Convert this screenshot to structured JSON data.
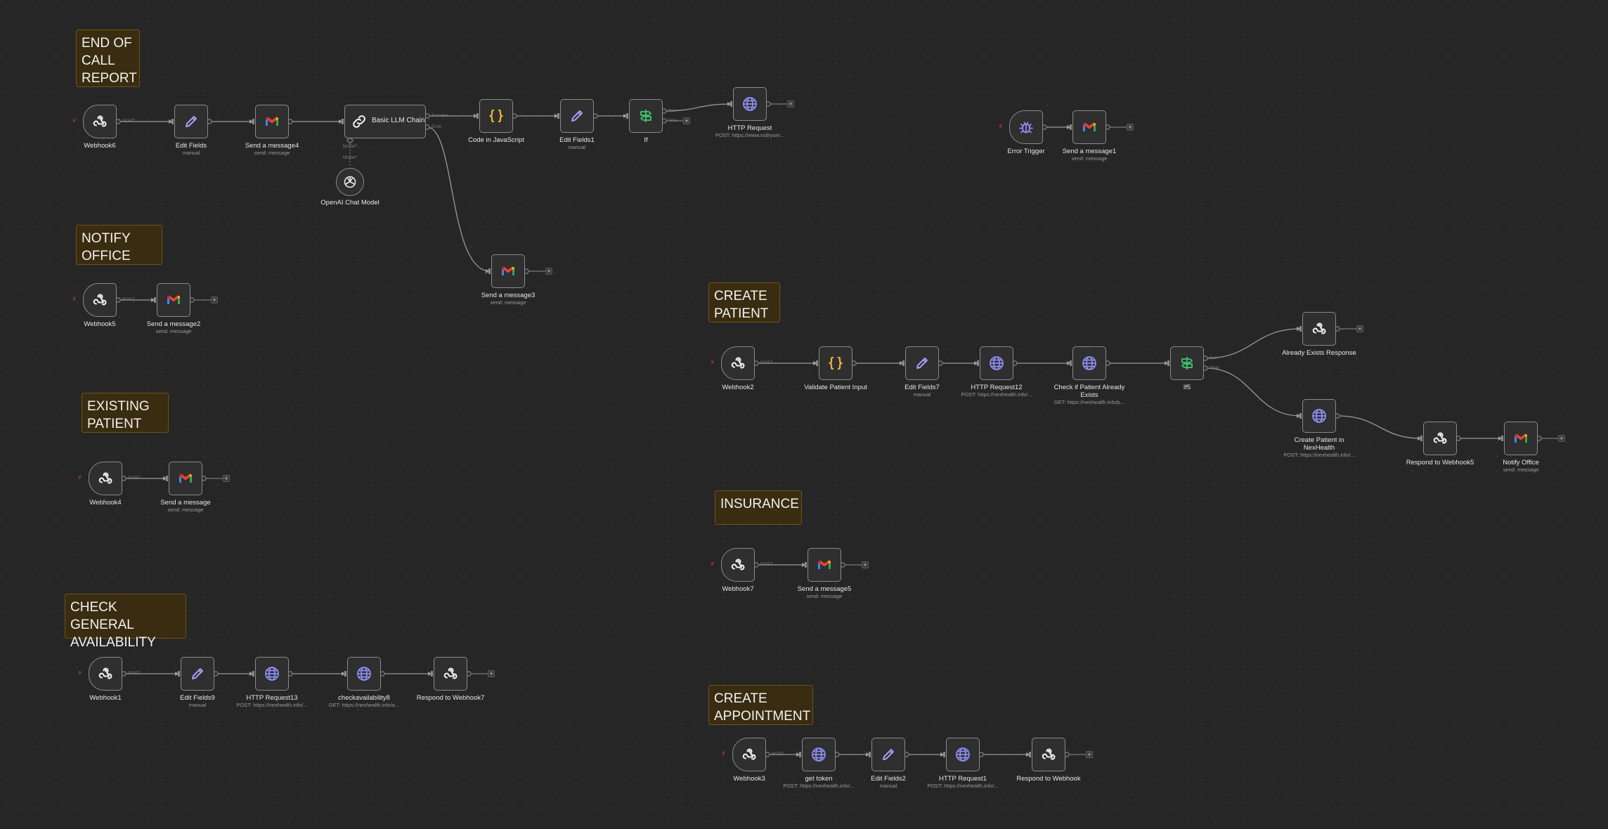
{
  "stickies": [
    {
      "id": "s-end",
      "text": "END OF\nCALL\nREPORT"
    },
    {
      "id": "s-notify",
      "text": "NOTIFY\nOFFICE"
    },
    {
      "id": "s-existing",
      "text": "EXISTING\nPATIENT"
    },
    {
      "id": "s-check",
      "text": "CHECK GENERAL\nAVAILABILITY"
    },
    {
      "id": "s-create-patient",
      "text": "CREATE\nPATIENT"
    },
    {
      "id": "s-insurance",
      "text": "INSURANCE"
    },
    {
      "id": "s-create-appt",
      "text": "CREATE\nAPPOINTMENT"
    }
  ],
  "nodes": {
    "webhook6": {
      "label": "Webhook6",
      "sub": "",
      "icon": "webhook-icon"
    },
    "editfields": {
      "label": "Edit Fields",
      "sub": "manual",
      "icon": "pencil-icon"
    },
    "sendmsg4": {
      "label": "Send a message4",
      "sub": "send: message",
      "icon": "gmail-icon"
    },
    "llmchain": {
      "label": "Basic LLM Chain",
      "sub": "",
      "icon": "link-icon"
    },
    "openai": {
      "label": "OpenAI Chat Model",
      "sub": "",
      "icon": "openai-icon"
    },
    "code": {
      "label": "Code in JavaScript",
      "sub": "",
      "icon": "code-braces-icon"
    },
    "editfields1": {
      "label": "Edit Fields1",
      "sub": "manual",
      "icon": "pencil-icon"
    },
    "if": {
      "label": "If",
      "sub": "",
      "icon": "if-signpost-icon"
    },
    "http": {
      "label": "HTTP Request",
      "sub": "POST: https://www.nsilryum...",
      "icon": "globe-icon"
    },
    "sendmsg3": {
      "label": "Send a message3",
      "sub": "send: message",
      "icon": "gmail-icon"
    },
    "errortrigger": {
      "label": "Error Trigger",
      "sub": "",
      "icon": "bug-icon"
    },
    "sendmsg1": {
      "label": "Send a message1",
      "sub": "send: message",
      "icon": "gmail-icon"
    },
    "webhook5": {
      "label": "Webhook5",
      "sub": "",
      "icon": "webhook-icon"
    },
    "sendmsg2": {
      "label": "Send a message2",
      "sub": "send: message",
      "icon": "gmail-icon"
    },
    "webhook4": {
      "label": "Webhook4",
      "sub": "",
      "icon": "webhook-icon"
    },
    "sendmsg": {
      "label": "Send a message",
      "sub": "send: message",
      "icon": "gmail-icon"
    },
    "webhook1": {
      "label": "Webhook1",
      "sub": "",
      "icon": "webhook-icon"
    },
    "editfields9": {
      "label": "Edit Fields9",
      "sub": "manual",
      "icon": "pencil-icon"
    },
    "http13": {
      "label": "HTTP Request13",
      "sub": "POST: https://nexhealth.info/...",
      "icon": "globe-icon"
    },
    "checkavail8": {
      "label": "checkavailability8",
      "sub": "GET: https://nexhealth.info/a...",
      "icon": "globe-icon"
    },
    "respond7": {
      "label": "Respond to Webhook7",
      "sub": "",
      "icon": "webhook-icon"
    },
    "webhook2": {
      "label": "Webhook2",
      "sub": "",
      "icon": "webhook-icon"
    },
    "validate": {
      "label": "Validate Patient Input",
      "sub": "",
      "icon": "code-braces-icon"
    },
    "editfields7": {
      "label": "Edit Fields7",
      "sub": "manual",
      "icon": "pencil-icon"
    },
    "http12": {
      "label": "HTTP Request12",
      "sub": "POST: https://nexhealth.info/...",
      "icon": "globe-icon"
    },
    "checkexists": {
      "label": "Check if Patient Already\nExists",
      "sub": "GET: https://nexhealth.info/p...",
      "icon": "globe-icon"
    },
    "if5": {
      "label": "If5",
      "sub": "",
      "icon": "if-signpost-icon"
    },
    "alreadyexists": {
      "label": "Already Exists Response",
      "sub": "",
      "icon": "webhook-icon"
    },
    "createpatient": {
      "label": "Create Patient in\nNexHealth",
      "sub": "POST: https://nexhealth.info/...",
      "icon": "globe-icon"
    },
    "respond5": {
      "label": "Respond to Webhook5",
      "sub": "",
      "icon": "webhook-icon"
    },
    "notifyoffice": {
      "label": "Notify Office",
      "sub": "send: message",
      "icon": "gmail-icon"
    },
    "webhook7": {
      "label": "Webhook7",
      "sub": "",
      "icon": "webhook-icon"
    },
    "sendmsg5": {
      "label": "Send a message5",
      "sub": "send: message",
      "icon": "gmail-icon"
    },
    "webhook3": {
      "label": "Webhook3",
      "sub": "",
      "icon": "webhook-icon"
    },
    "gettoken": {
      "label": "get token",
      "sub": "POST: https://nexhealth.info/...",
      "icon": "globe-icon"
    },
    "editfields2": {
      "label": "Edit Fields2",
      "sub": "manual",
      "icon": "pencil-icon"
    },
    "http1": {
      "label": "HTTP Request1",
      "sub": "POST: https://nexhealth.info/...",
      "icon": "globe-icon"
    },
    "respond": {
      "label": "Respond to Webhook",
      "sub": "",
      "icon": "webhook-icon"
    }
  },
  "edge_labels": {
    "post": "POST",
    "success": "Success",
    "error": "Error",
    "model": "Model*",
    "true": "true",
    "false": "false"
  },
  "colors": {
    "background": "#262626",
    "node_border": "#8a8a8a",
    "sticky_bg": "#3a2c10",
    "trigger_bolt": "#e0473c",
    "pencil": "#a99cf5",
    "globe": "#8b8ef0",
    "code": "#f2b33d",
    "if": "#3fb96b",
    "gmail_red": "#ea4335",
    "gmail_blue": "#4285f4",
    "gmail_green": "#34a853",
    "gmail_yellow": "#fbbc04"
  }
}
